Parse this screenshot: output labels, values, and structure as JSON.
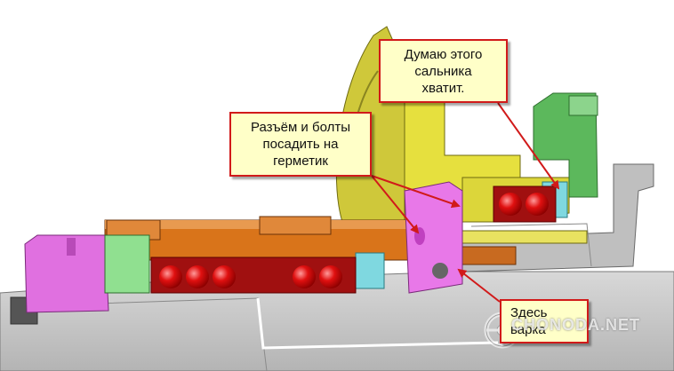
{
  "callouts": {
    "seal": {
      "lines": [
        "Думаю этого",
        "сальника",
        "хватит."
      ]
    },
    "joint": {
      "lines": [
        "Разъём и болты",
        "посадить на",
        "герметик"
      ]
    },
    "weld": {
      "lines": [
        "Здесь",
        "варка"
      ]
    }
  },
  "watermark": {
    "text": "CHONODA.NET"
  },
  "colors": {
    "callout_fill": "#ffffc8",
    "callout_border": "#d11a1a",
    "arrow": "#d11a1a",
    "housing": "#c9c9c9",
    "flange": "#d9d236",
    "bearing_ball": "#e01010",
    "shaft_orange": "#d9741a",
    "hub_magenta": "#e878e8",
    "nut_green": "#90e090",
    "cap_green": "#5cb85c",
    "seal_cyan": "#7fd8e0"
  },
  "icons": [
    "flywheel-logo-icon"
  ]
}
